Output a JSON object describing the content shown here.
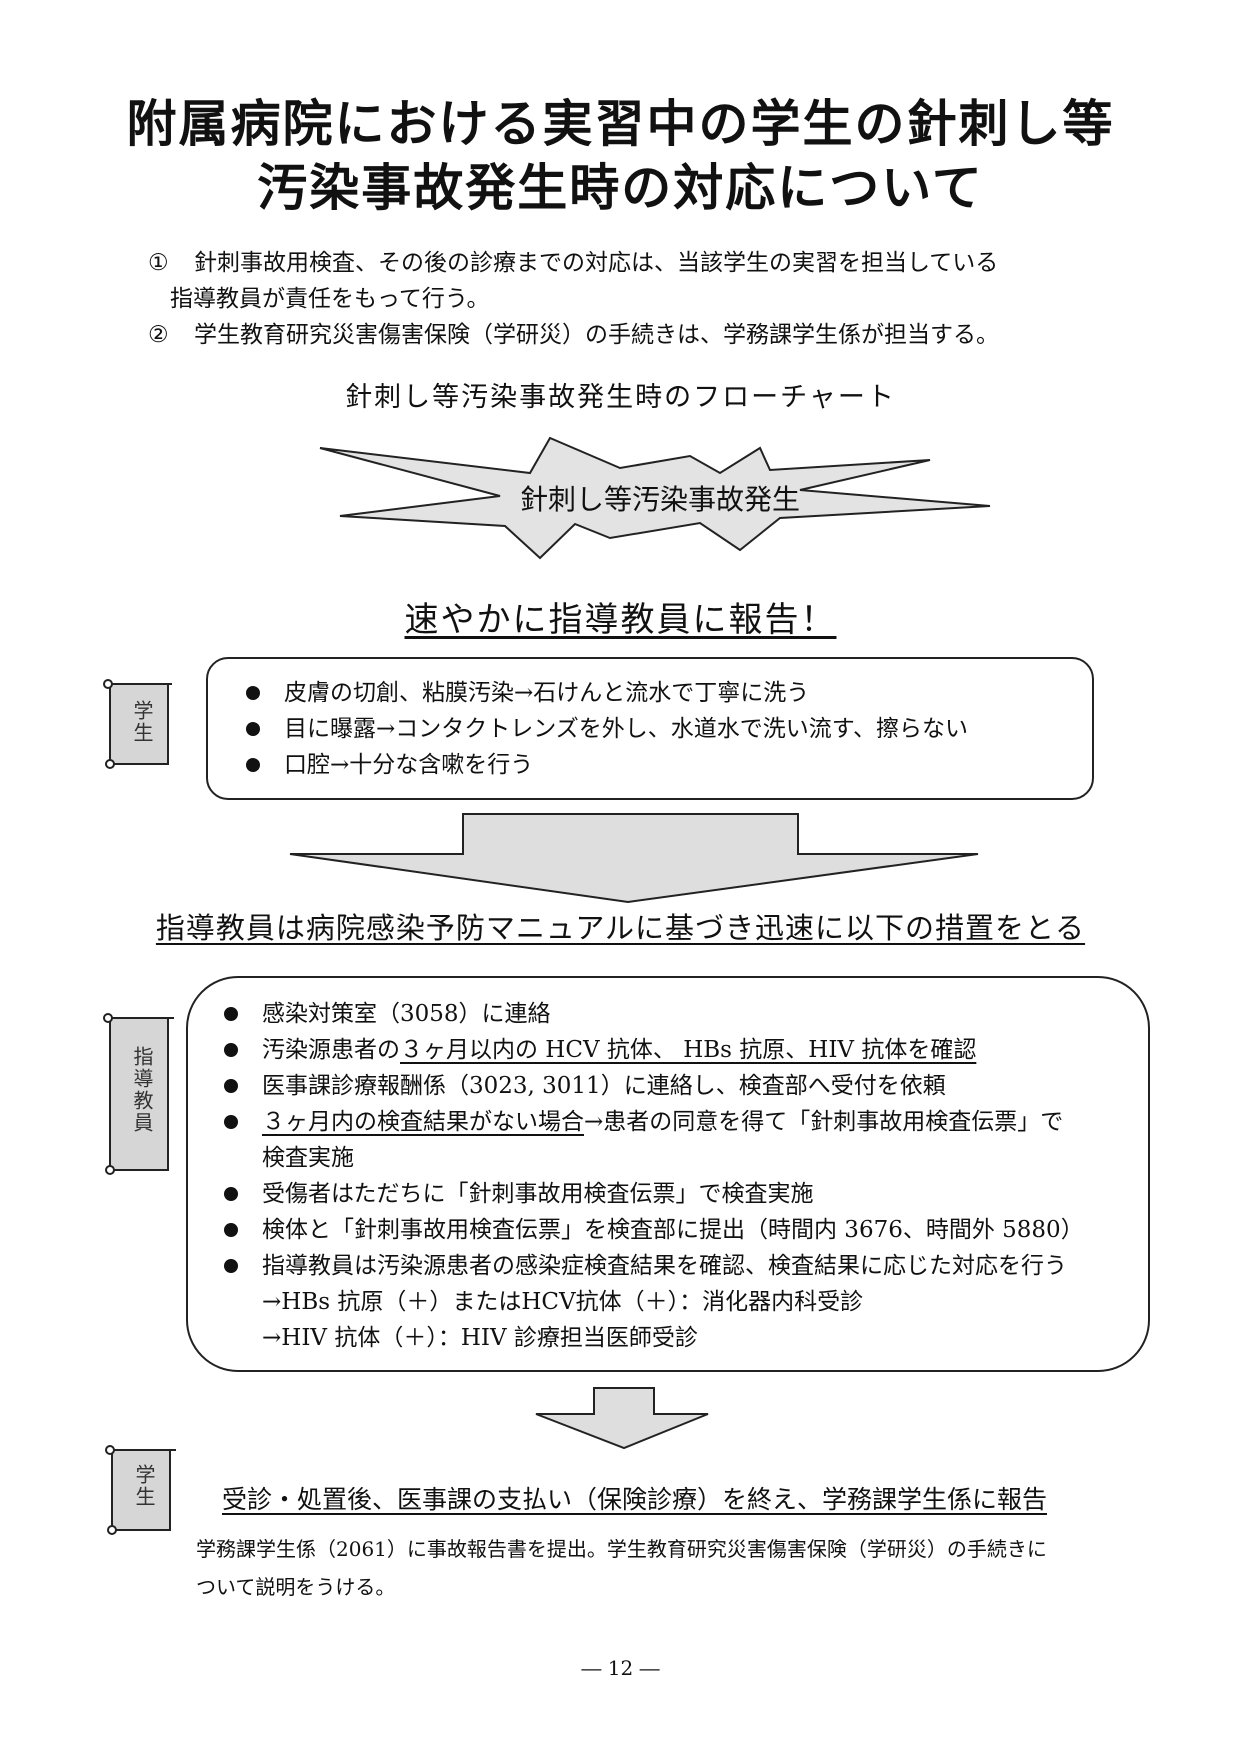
{
  "title": {
    "line1": "附属病院における実習中の学生の針刺し等",
    "line2": "汚染事故発生時の対応について"
  },
  "notes": [
    {
      "marker": "①",
      "text": "針刺事故用検査、その後の診療までの対応は、当該学生の実習を担当している",
      "cont": "指導教員が責任をもって行う。"
    },
    {
      "marker": "②",
      "text": "学生教育研究災害傷害保険（学研災）の手続きは、学務課学生係が担当する。"
    }
  ],
  "flow_title": "針刺し等汚染事故発生時のフローチャート",
  "burst_label": "針刺し等汚染事故発生",
  "report_heading": "速やかに指導教員に報告！",
  "student_label": "学生",
  "teacher_label": "指導教員",
  "student_box": {
    "items": [
      "皮膚の切創、粘膜汚染→石けんと流水で丁寧に洗う",
      "目に曝露→コンタクトレンズを外し、水道水で洗い流す、擦らない",
      "口腔→十分な含嗽を行う"
    ]
  },
  "teacher_heading": "指導教員は病院感染予防マニュアルに基づき迅速に以下の措置をとる",
  "teacher_box": {
    "item1": "感染対策室（3058）に連絡",
    "item2_a": "汚染源患者の",
    "item2_b": "３ヶ月以内の HCV 抗体、 HBs 抗原、HIV 抗体を確認",
    "item3": "医事課診療報酬係（3023, 3011）に連絡し、検査部へ受付を依頼",
    "item4_a": "３ヶ月内の検査結果がない場合",
    "item4_b": "→患者の同意を得て「針刺事故用検査伝票」で",
    "item4_c": "検査実施",
    "item5": "受傷者はただちに「針刺事故用検査伝票」で検査実施",
    "item6": "検体と「針刺事故用検査伝票」を検査部に提出（時間内 3676、時間外 5880）",
    "item7": "指導教員は汚染源患者の感染症検査結果を確認、検査結果に応じた対応を行う",
    "item7_sub1": "→HBs 抗原（＋）またはHCV抗体（＋）：消化器内科受診",
    "item7_sub2": "→HIV 抗体（＋）：HIV 診療担当医師受診"
  },
  "final_heading": "受診・処置後、医事課の支払い（保険診療）を終え、学務課学生係に報告",
  "final_text_1": "学務課学生係（2061）に事故報告書を提出。学生教育研究災害傷害保険（学研災）の手続きに",
  "final_text_2": "ついて説明をうける。",
  "page_number": "― 12 ―"
}
